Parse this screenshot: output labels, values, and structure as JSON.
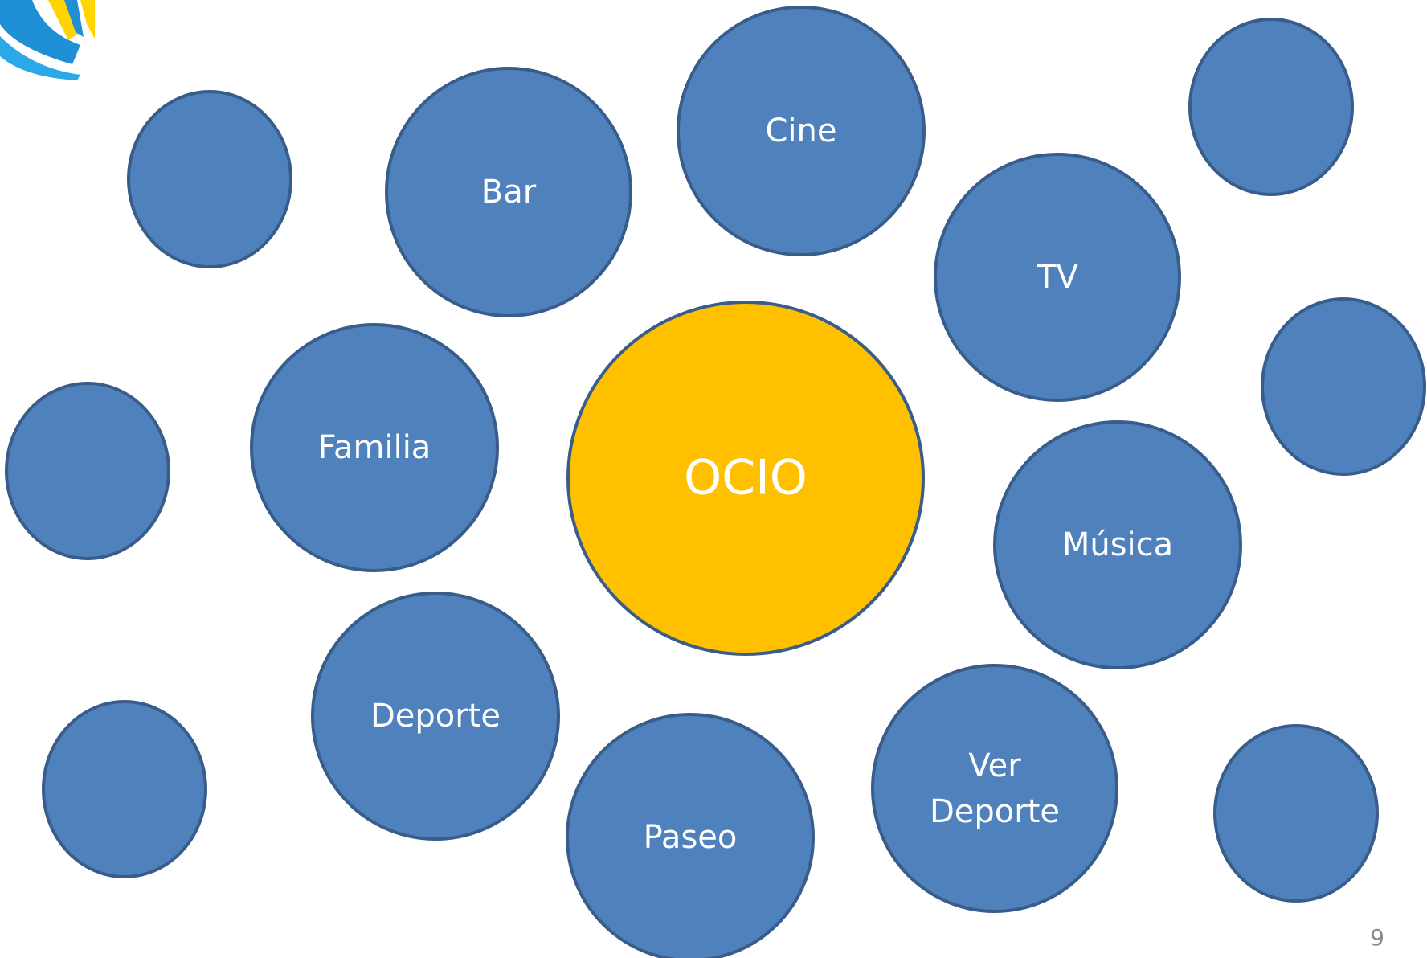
{
  "colors": {
    "bubble_fill": "#4f81bd",
    "bubble_stroke": "#385d8a",
    "center_fill": "#ffc000",
    "center_stroke": "#385d8a",
    "logo_blue": "#1f8fd6",
    "logo_yellow": "#ffd400"
  },
  "logo": {
    "name": "corner-logo"
  },
  "center": {
    "label": "OCIO"
  },
  "topics": {
    "bar": "Bar",
    "cine": "Cine",
    "tv": "TV",
    "familia": "Familia",
    "musica": "Música",
    "deporte": "Deporte",
    "paseo": "Paseo",
    "ver_deporte_line1": "Ver",
    "ver_deporte_line2": "Deporte"
  },
  "footer": {
    "page_number": "9"
  }
}
